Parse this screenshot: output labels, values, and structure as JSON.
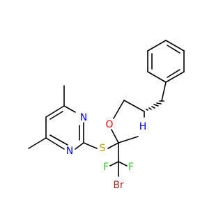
{
  "molecule": {
    "atoms": {
      "n_top": {
        "label": "N",
        "color": "#0000ff"
      },
      "n_bottom": {
        "label": "N",
        "color": "#0000ff"
      },
      "s": {
        "label": "S",
        "color": "#b2a000"
      },
      "o": {
        "label": "O",
        "color": "#ff0000"
      },
      "nh": {
        "label": "H",
        "color": "#0000ff"
      },
      "f_left": {
        "label": "F",
        "color": "#33cc33"
      },
      "f_right": {
        "label": "F",
        "color": "#33cc33"
      },
      "br": {
        "label": "Br",
        "color": "#a52a2a"
      }
    },
    "stereo_bond": "hashed wedge"
  }
}
